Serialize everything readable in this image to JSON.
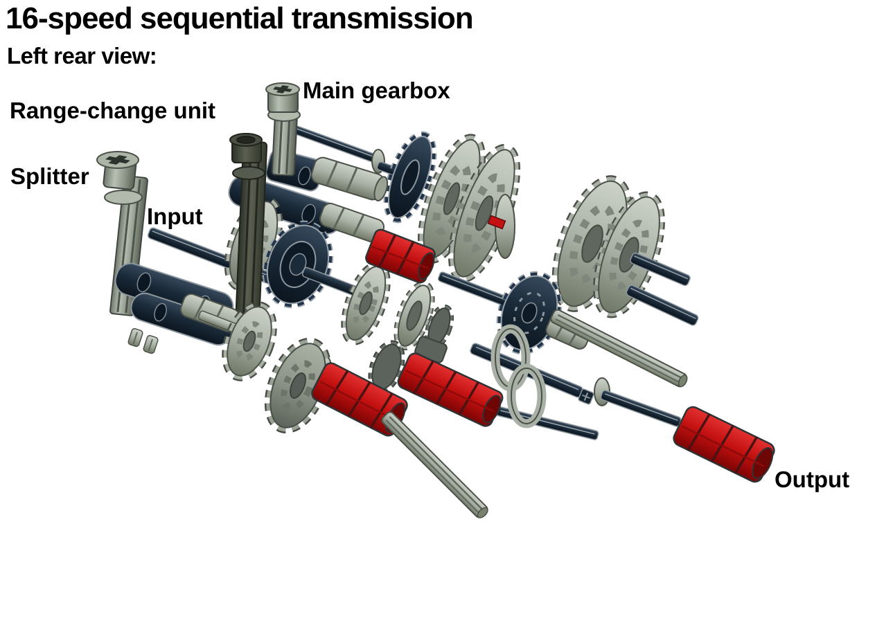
{
  "title": "16-speed sequential transmission",
  "subtitle": "Left rear view:",
  "callouts": {
    "main_gearbox": "Main gearbox",
    "range_change_unit": "Range-change unit",
    "splitter": "Splitter",
    "input": "Input",
    "output": "Output"
  },
  "illustration": {
    "style": "CAD render of a LEGO-Technic style gearbox on white background",
    "components": [
      "splitter selector lever",
      "range-change selector lever",
      "main gearbox selector lever",
      "input axle",
      "output axle",
      "gear clusters on parallel shafts",
      "dark driving-ring clutch gears",
      "red ribbed axle connectors"
    ],
    "colors": {
      "background": "#ffffff",
      "label_text": "#000000",
      "light_gray_parts": "#a9b1a6",
      "dark_blue_gray_parts": "#1b2b3a",
      "olive_gray_lever": "#474c41",
      "mid_gray_gear": "#8e968b",
      "red_parts": "#c81414"
    }
  }
}
